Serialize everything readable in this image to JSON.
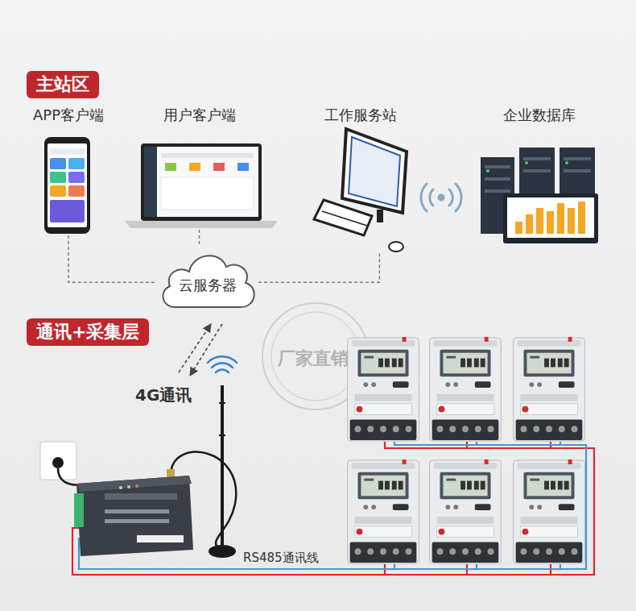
{
  "diagram": {
    "nodes": [
      {
        "text": [
          "主站区"
        ]
      },
      {
        "text": [
          "APP客户端"
        ]
      },
      {
        "text": [
          "用户客户端"
        ]
      },
      {
        "text": [
          "工作服务站"
        ]
      },
      {
        "text": [
          "企业数据库"
        ]
      },
      {
        "text": [
          "云服务器"
        ]
      },
      {
        "text": [
          "通讯+采集层"
        ]
      }
    ],
    "edges": [
      {
        "from": 1,
        "to": 5,
        "arrow": "none"
      },
      {
        "from": 2,
        "to": 5,
        "arrow": "none"
      },
      {
        "from": 5,
        "to": 3,
        "arrow": "none"
      }
    ],
    "labels": [
      "4G通讯",
      "RS485通讯线",
      "厂家直销"
    ]
  }
}
